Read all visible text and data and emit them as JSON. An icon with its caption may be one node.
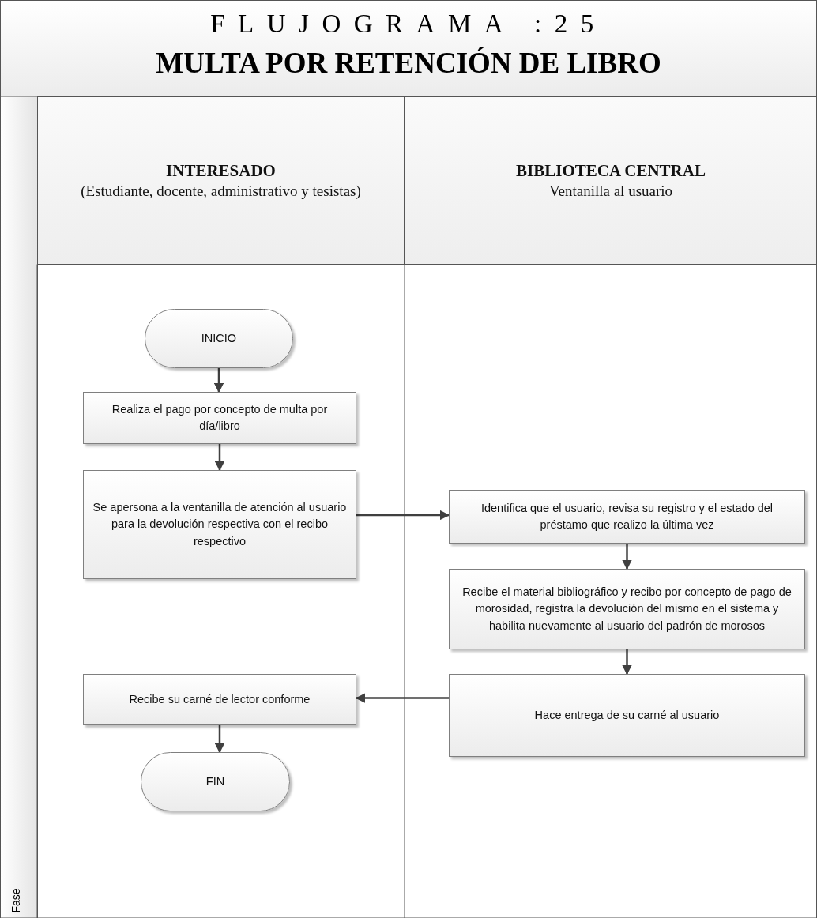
{
  "diagram": {
    "title": "FLUJOGRAMA :25",
    "nodes": [
      {
        "text": [
          "INTERESADO",
          "(Estudiante, docente, administrativo y tesistas)"
        ]
      },
      {
        "text": [
          "BIBLIOTECA CENTRAL",
          "Ventanilla al usuario"
        ]
      },
      {
        "text": [
          "INICIO"
        ]
      },
      {
        "text": [
          "Realiza el pago por concepto de multa por día/libro"
        ]
      },
      {
        "text": [
          "Se apersona a la ventanilla de atención al usuario para la devolución respectiva con el recibo respectivo"
        ]
      },
      {
        "text": [
          "Identifica que el usuario, revisa su registro y el estado del préstamo que realizo la última vez"
        ]
      },
      {
        "text": [
          "Recibe el material bibliográfico y recibo por concepto de pago de morosidad, registra la devolución del mismo en el sistema y habilita nuevamente al usuario del padrón de morosos"
        ]
      },
      {
        "text": [
          "Hace entrega de su carné al usuario"
        ]
      },
      {
        "text": [
          "Recibe su carné de lector conforme"
        ]
      },
      {
        "text": [
          "FIN"
        ]
      }
    ],
    "edges": [
      {
        "from": 2,
        "to": 3,
        "arrow": "to"
      },
      {
        "from": 3,
        "to": 4,
        "arrow": "to"
      },
      {
        "from": 4,
        "to": 5,
        "arrow": "to"
      },
      {
        "from": 5,
        "to": 6,
        "arrow": "to"
      },
      {
        "from": 6,
        "to": 7,
        "arrow": "to"
      },
      {
        "from": 7,
        "to": 8,
        "arrow": "to"
      },
      {
        "from": 8,
        "to": 9,
        "arrow": "to"
      }
    ],
    "labels": [
      "MULTA POR RETENCIÓN DE LIBRO",
      "Fase"
    ]
  }
}
